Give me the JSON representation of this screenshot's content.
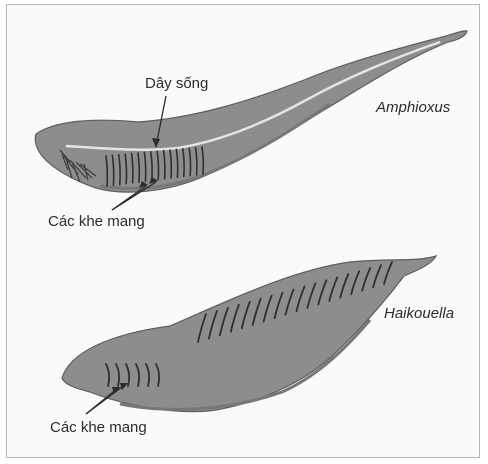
{
  "colors": {
    "body": "#8d8d8d",
    "body_edge": "#5e5e5e",
    "notochord": "#e4e4e4",
    "gill": "#2f2f2f",
    "label": "#2c2c2c"
  },
  "organisms": [
    {
      "species": "Amphioxus",
      "labels": {
        "notochord": "Dây sống",
        "gills": "Các khe mang"
      }
    },
    {
      "species": "Haikouella",
      "labels": {
        "gills": "Các khe mang"
      }
    }
  ]
}
